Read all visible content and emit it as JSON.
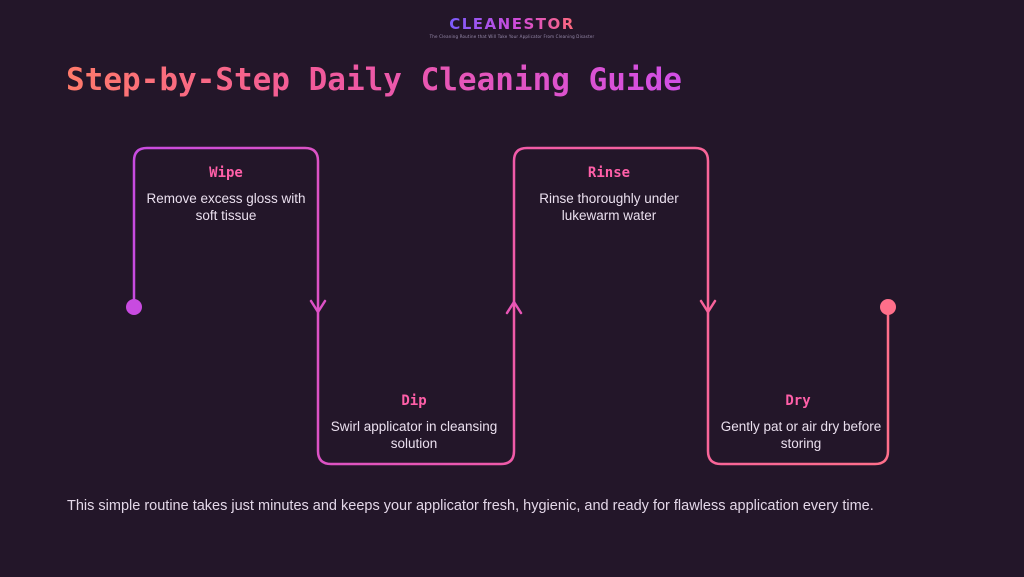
{
  "logo": {
    "wordmark": "CLEANESTOR",
    "tagline": "The Cleaning Routine that Will Take Your Applicator From Cleaning Disaster"
  },
  "title": "Step-by-Step Daily Cleaning Guide",
  "steps": [
    {
      "name": "Wipe",
      "description": "Remove excess gloss with soft tissue"
    },
    {
      "name": "Dip",
      "description": "Swirl applicator in cleansing solution"
    },
    {
      "name": "Rinse",
      "description": "Rinse thoroughly under lukewarm water"
    },
    {
      "name": "Dry",
      "description": "Gently pat or air dry before storing"
    }
  ],
  "footer": "This simple routine takes just minutes and keeps your applicator fresh, hygienic, and ready for flawless application every time.",
  "colors": {
    "background": "#231629",
    "line_start": "#c84be0",
    "line_end": "#ff6f8a",
    "step_name": "#ff5fa8"
  }
}
